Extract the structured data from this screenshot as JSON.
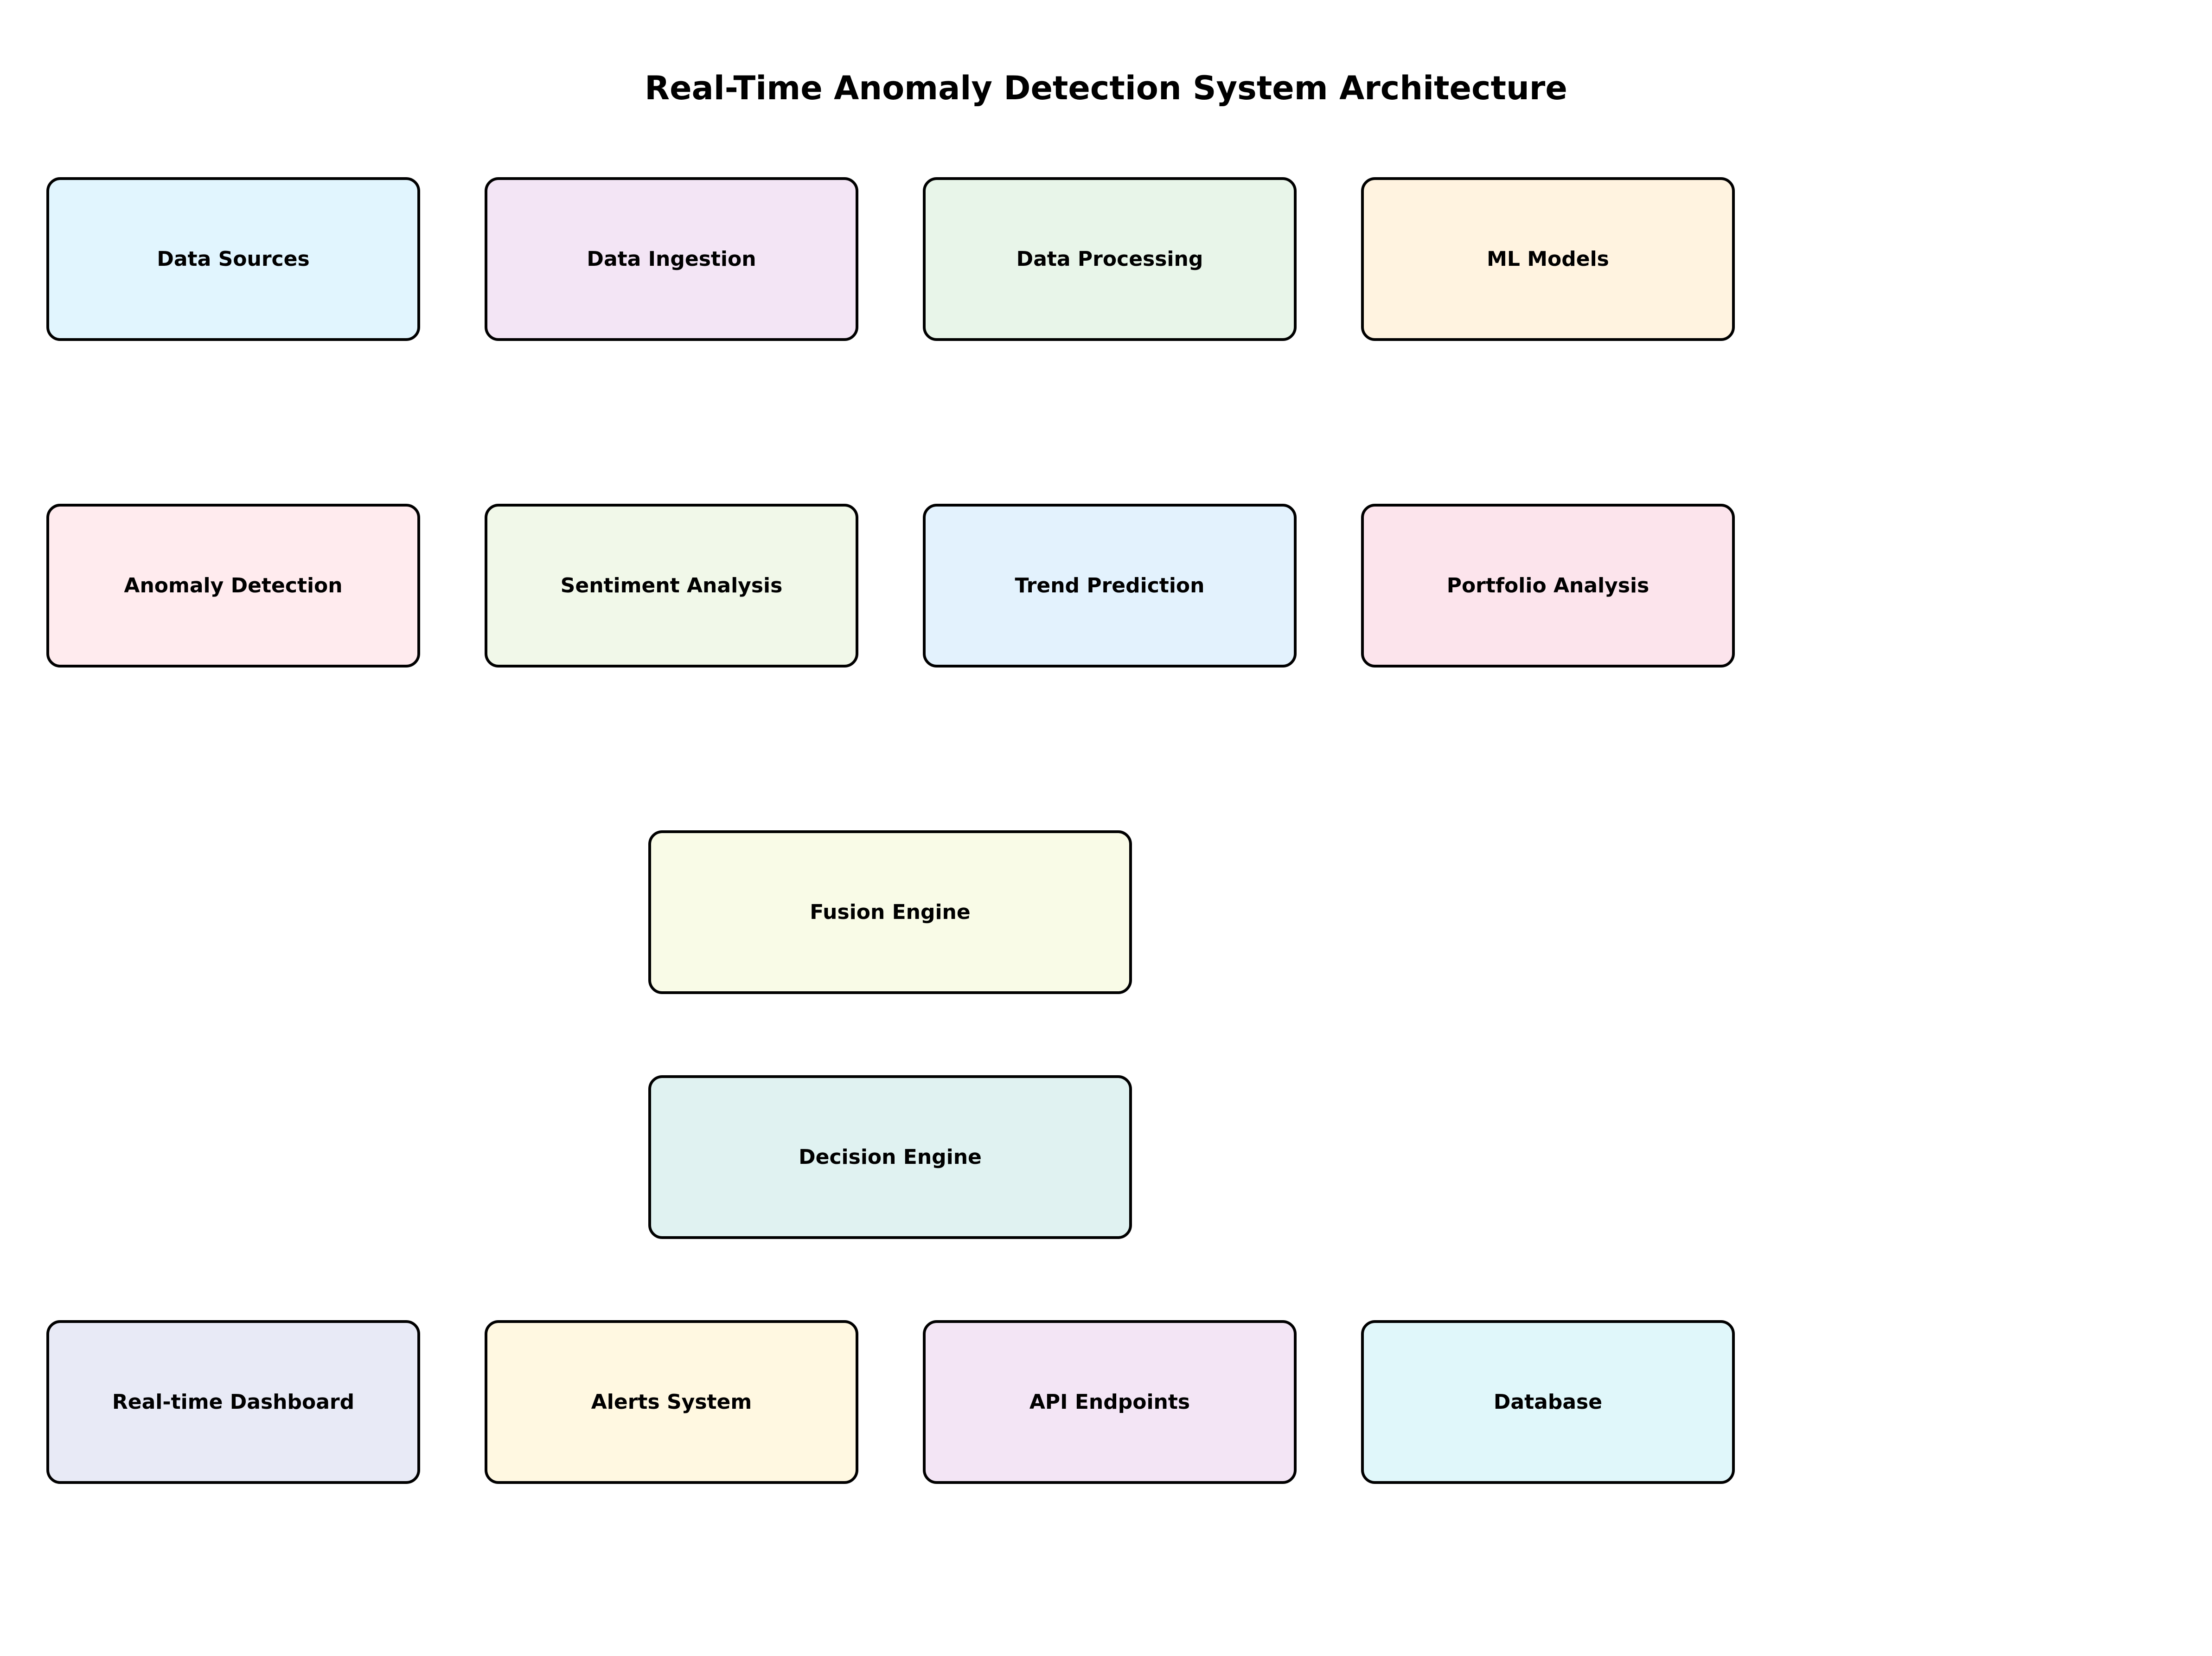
{
  "title": "Real-Time Anomaly Detection System Architecture",
  "nodes": {
    "data_sources": {
      "label": "Data Sources",
      "color": "#e1f5fe"
    },
    "data_ingestion": {
      "label": "Data Ingestion",
      "color": "#f3e5f5"
    },
    "data_processing": {
      "label": "Data Processing",
      "color": "#e8f5e9"
    },
    "ml_models": {
      "label": "ML Models",
      "color": "#fff3e0"
    },
    "anomaly_detection": {
      "label": "Anomaly Detection",
      "color": "#ffebee"
    },
    "sentiment": {
      "label": "Sentiment Analysis",
      "color": "#f1f8e9"
    },
    "trend": {
      "label": "Trend Prediction",
      "color": "#e3f2fd"
    },
    "portfolio": {
      "label": "Portfolio Analysis",
      "color": "#fce4ec"
    },
    "fusion": {
      "label": "Fusion Engine",
      "color": "#f9fbe7"
    },
    "decision": {
      "label": "Decision Engine",
      "color": "#e0f2f1"
    },
    "dashboard": {
      "label": "Real-time Dashboard",
      "color": "#e8eaf6"
    },
    "alerts": {
      "label": "Alerts System",
      "color": "#fff8e1"
    },
    "api": {
      "label": "API Endpoints",
      "color": "#f3e5f5"
    },
    "database": {
      "label": "Database",
      "color": "#e0f7fa"
    }
  }
}
